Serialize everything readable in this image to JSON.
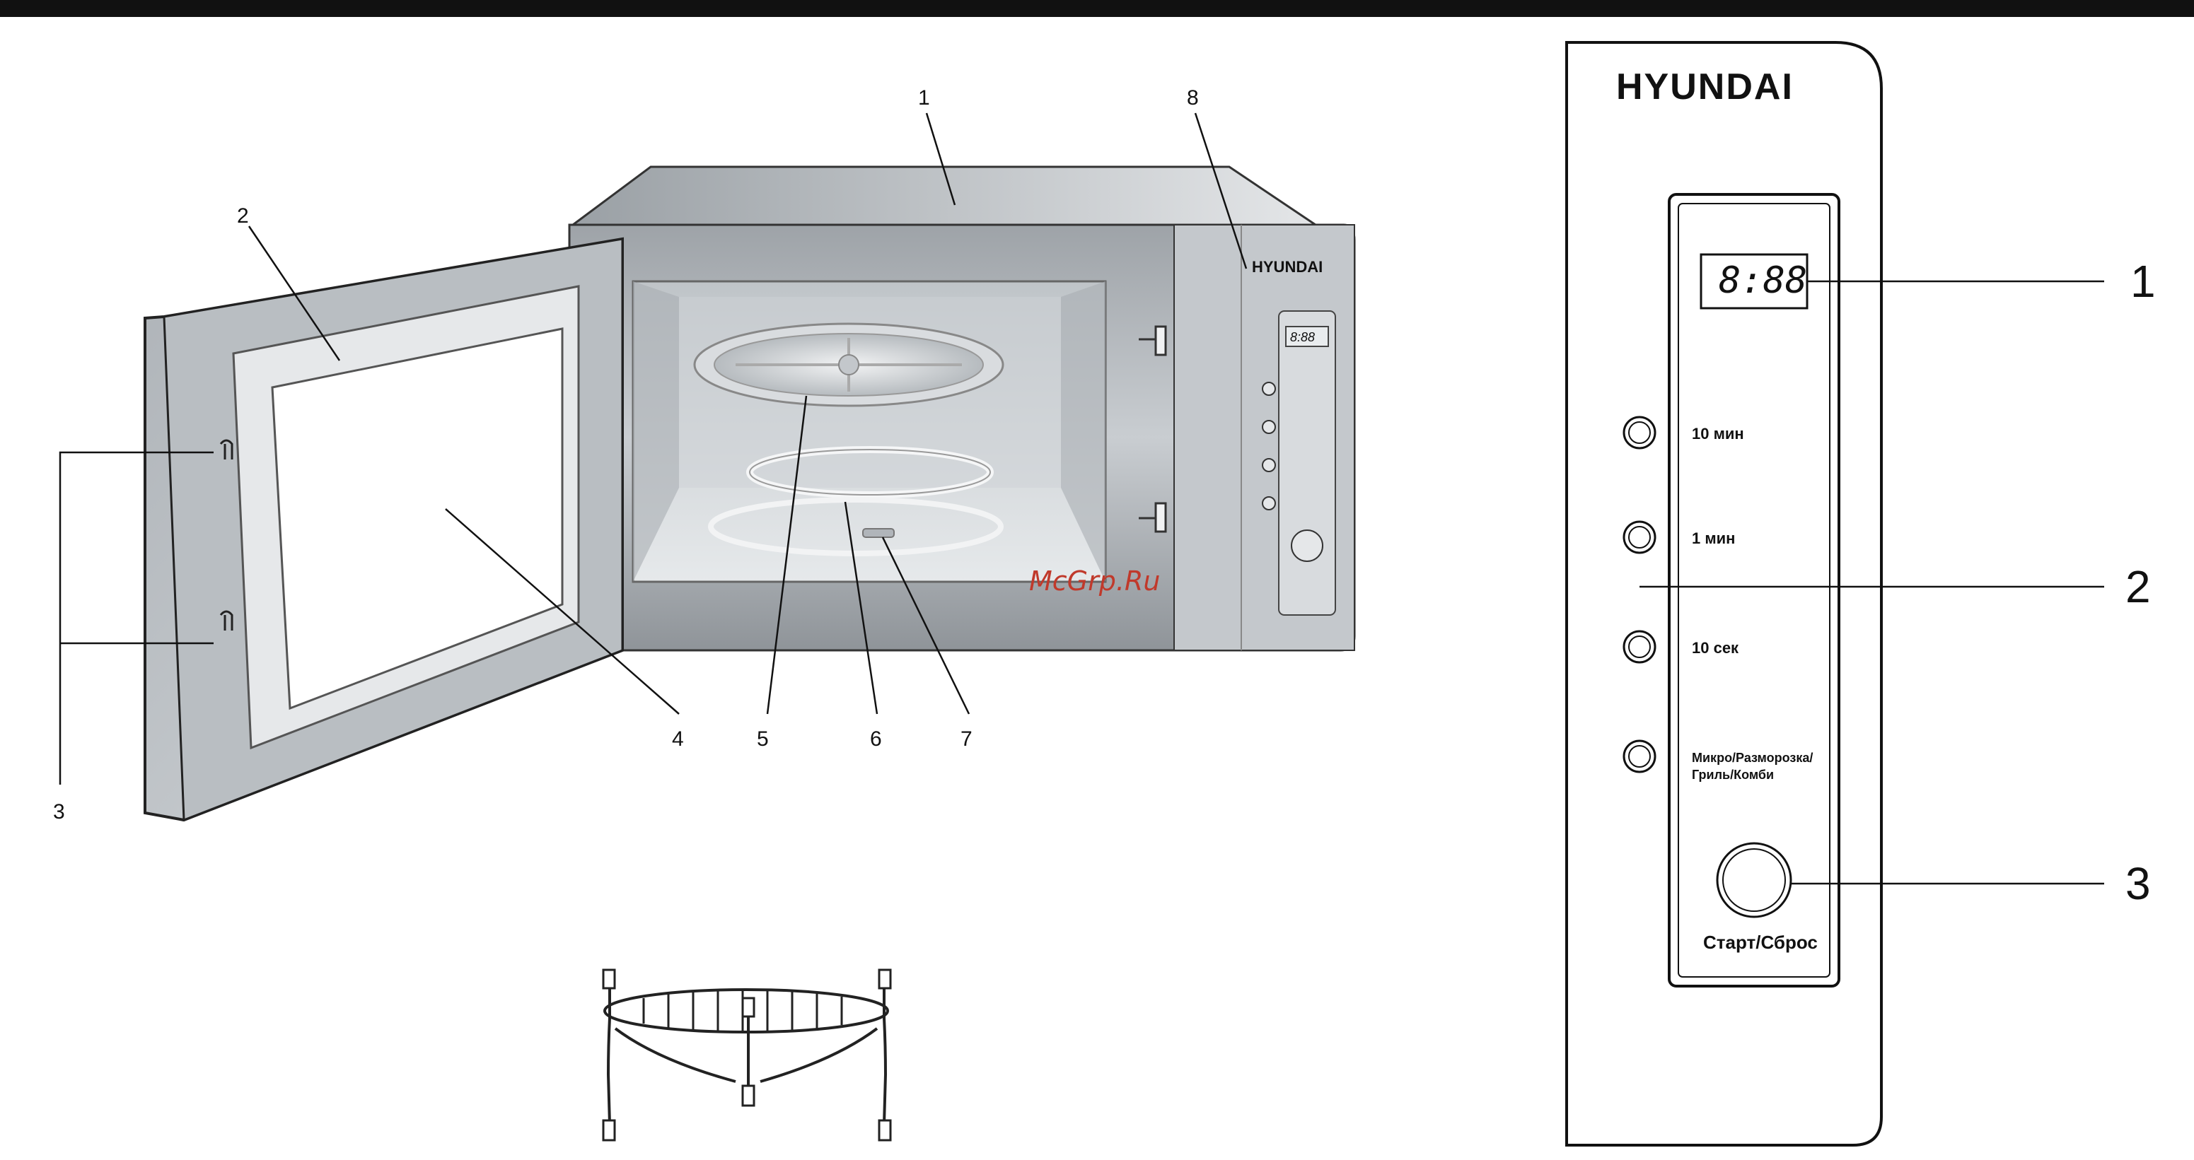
{
  "watermark": "McGrp.Ru",
  "oven": {
    "brand": "HYUNDAI",
    "display": "8:88",
    "callouts": [
      "1",
      "2",
      "3",
      "4",
      "5",
      "6",
      "7",
      "8"
    ]
  },
  "panel": {
    "brand": "HYUNDAI",
    "display": "8:88",
    "buttons": [
      "10 мин",
      "1 мин",
      "10 сек"
    ],
    "mode_line1": "Микро/Разморозка/",
    "mode_line2": "Гриль/Комби",
    "start_label": "Старт/Сброс",
    "callouts": [
      "1",
      "2",
      "3"
    ]
  },
  "colors": {
    "outline": "#222222",
    "body_gray": "#b8bcc0",
    "cavity": "#d6dadd",
    "watermark": "#c0392b"
  }
}
